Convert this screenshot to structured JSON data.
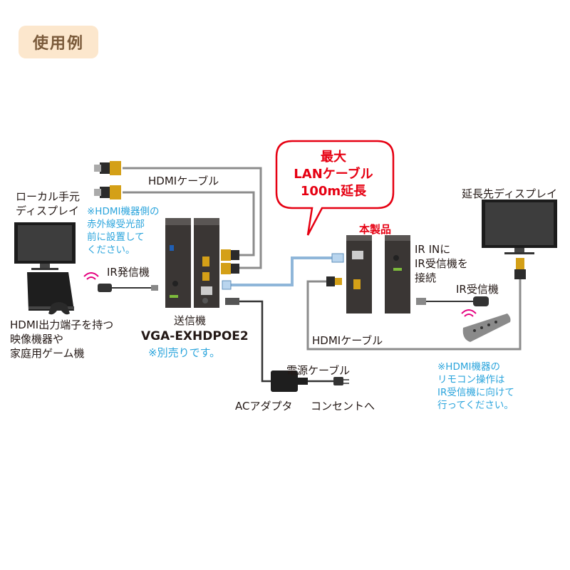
{
  "badge": "使用例",
  "labels": {
    "hdmi_cable_top": "HDMIケーブル",
    "local_display": [
      "ローカル手元",
      "ディスプレイ"
    ],
    "ir_note": [
      "※HDMI機器側の",
      "赤外線受光部",
      "前に設置して",
      "ください。"
    ],
    "ir_transmitter": "IR発信機",
    "source_device": [
      "HDMI出力端子を持つ",
      "映像機器や",
      "家庭用ゲーム機"
    ],
    "sender": "送信機",
    "sender_model": "VGA-EXHDPOE2",
    "sender_note": "※別売りです。",
    "bubble": [
      "最大",
      "LANケーブル",
      "100m延長"
    ],
    "this_product": "本製品",
    "ir_in": [
      "IR INに",
      "IR受信機を",
      "接続"
    ],
    "ir_receiver": "IR受信機",
    "remote_display": "延長先ディスプレイ",
    "hdmi_cable_bottom": "HDMIケーブル",
    "remote_note": [
      "※HDMI機器の",
      "リモコン操作は",
      "IR受信機に向けて",
      "行ってください。"
    ],
    "power_cable": "電源ケーブル",
    "ac_adapter": "ACアダプタ",
    "outlet": "コンセントへ"
  },
  "colors": {
    "badge_bg": "#fce7cd",
    "accent_red": "#e60012",
    "note_blue": "#2aa4dc",
    "lan_cable": "#8fb6d9",
    "hdmi_cable": "#8c8c8c",
    "device_body": "#3a3634"
  }
}
